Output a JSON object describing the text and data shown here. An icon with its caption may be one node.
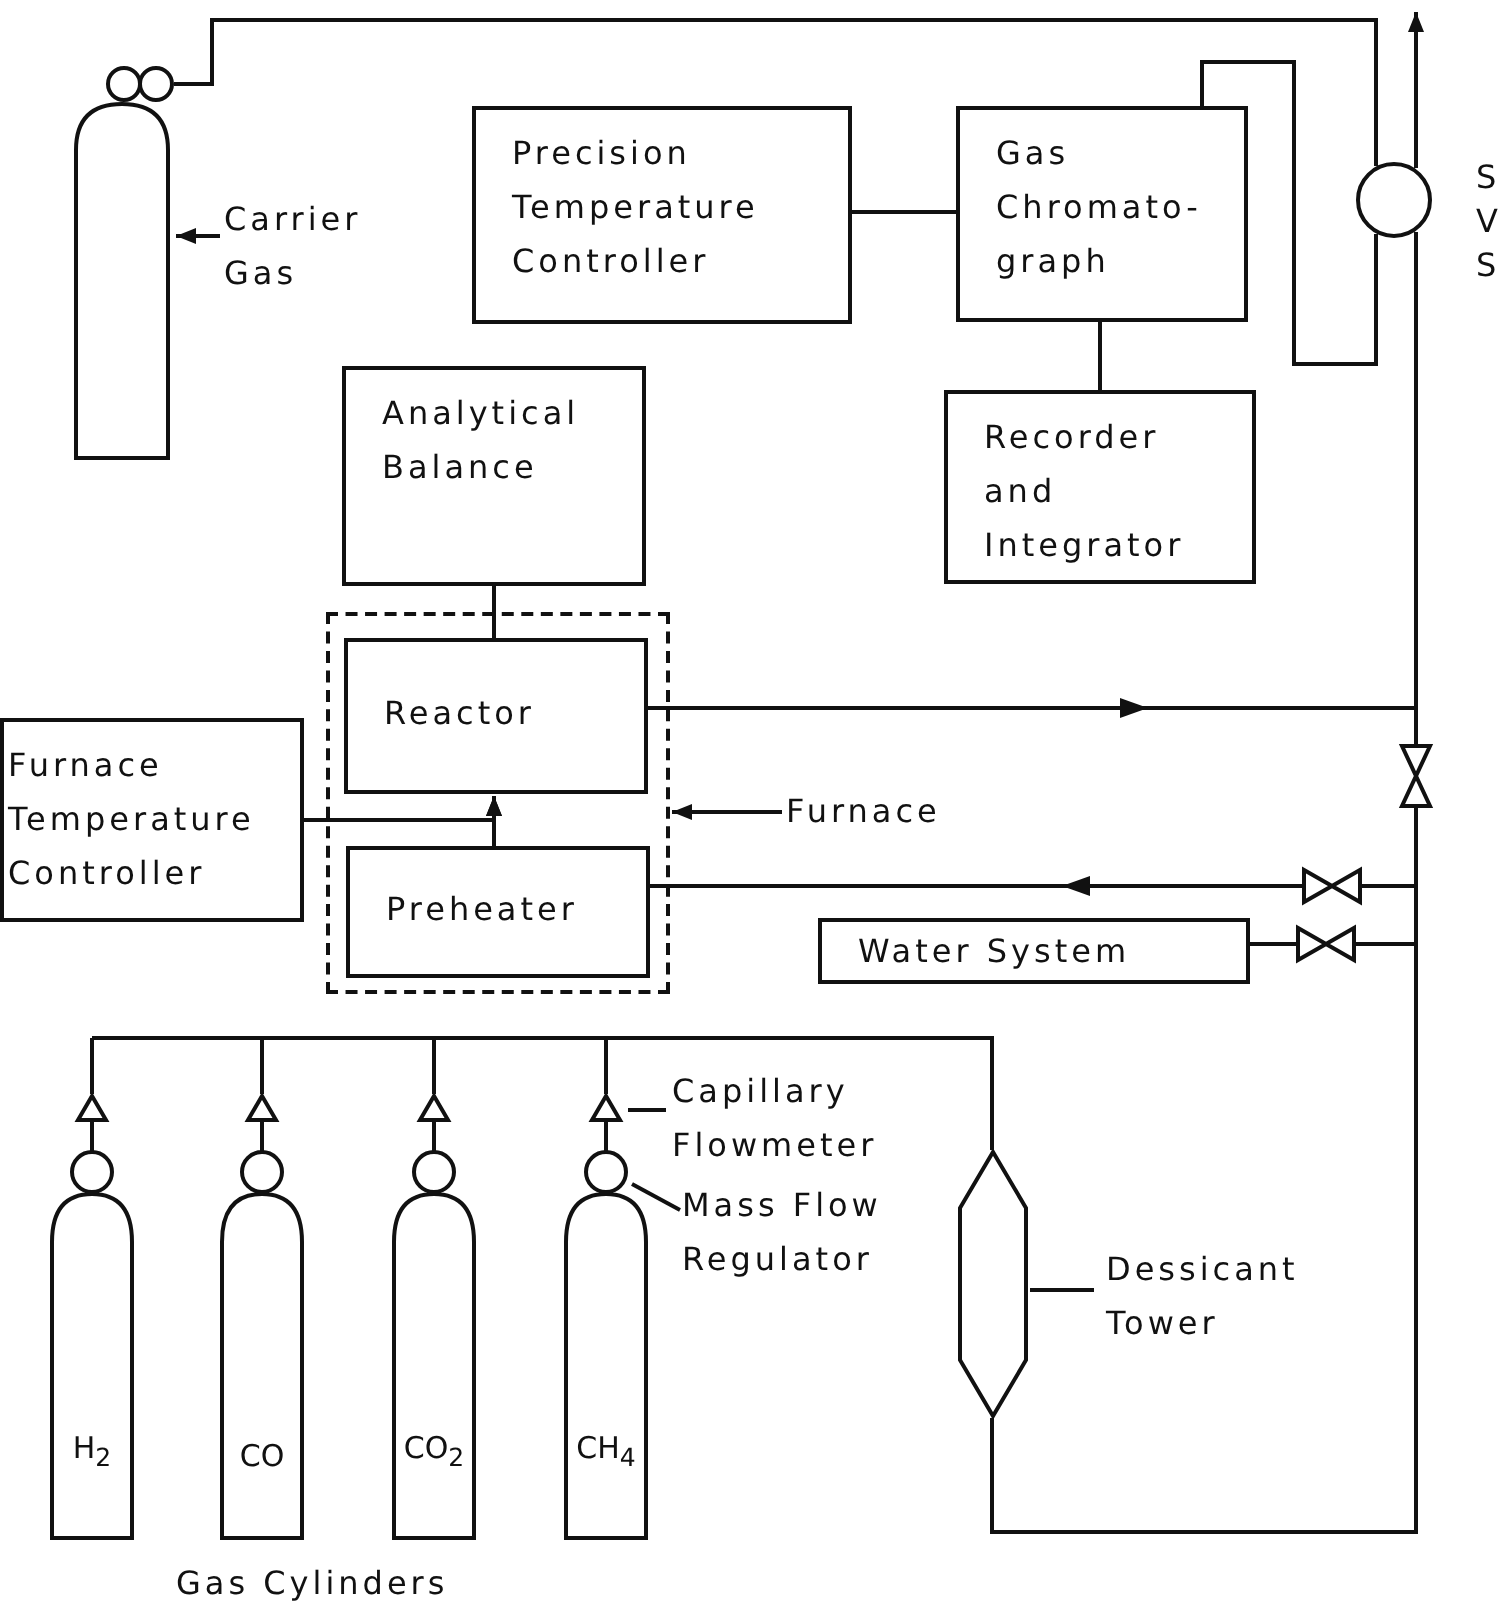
{
  "diagram": {
    "nodes": [
      {
        "text": [],
        "shape": "cylinder"
      },
      {
        "text": [
          "Carrier Gas"
        ]
      },
      {
        "text": [
          "Precision Temperature Controller"
        ]
      },
      {
        "text": [
          "Gas Chromato- graph"
        ]
      },
      {
        "text": [
          "Recorder and Integrator"
        ]
      },
      {
        "text": [
          "Analytical Balance"
        ]
      },
      {
        "text": [],
        "shape": "box"
      },
      {
        "text": [
          "Reactor"
        ],
        "in": 6
      },
      {
        "text": [
          "Preheater"
        ],
        "in": 6
      },
      {
        "text": [
          "Furnace Temperature Controller"
        ]
      },
      {
        "text": [
          "Furnace"
        ]
      },
      {
        "text": [],
        "shape": "circle",
        "beside": [
          "S V S"
        ]
      },
      {
        "text": [
          "Water System"
        ]
      },
      {
        "text": [
          "H$_{2}$"
        ]
      },
      {
        "text": [
          "CO"
        ]
      },
      {
        "text": [
          "CO$_{2}$"
        ]
      },
      {
        "text": [
          "CH$_{4}$"
        ]
      },
      {
        "text": [
          "Capillary Flowmeter"
        ]
      },
      {
        "text": [
          "Mass Flow Regulator"
        ]
      },
      {
        "text": [],
        "shape": "hexagon"
      },
      {
        "text": [
          "Dessicant Tower"
        ]
      }
    ],
    "edges": [
      {
        "from": 0,
        "to": 11,
        "arrow": "none"
      },
      {
        "from": 11,
        "to": 3,
        "arrow": "none"
      },
      {
        "from": 1,
        "to": 0,
        "arrow": "to"
      },
      {
        "from": 2,
        "to": 3,
        "arrow": "none"
      },
      {
        "from": 3,
        "to": 4,
        "arrow": "none"
      },
      {
        "from": 5,
        "to": 7,
        "arrow": "none"
      },
      {
        "from": 9,
        "to": 7,
        "arrow": "to"
      },
      {
        "from": 8,
        "to": 7,
        "arrow": "to"
      },
      {
        "from": 10,
        "to": 6,
        "arrow": "to"
      },
      {
        "from": 7,
        "to": 11,
        "arrow": "to"
      },
      {
        "from": 19,
        "to": 8,
        "arrow": "to"
      },
      {
        "from": 12,
        "to": 8,
        "arrow": "to"
      },
      {
        "from": 19,
        "to": 11,
        "arrow": "none"
      },
      {
        "from": 12,
        "to": 11,
        "arrow": "none"
      },
      {
        "from": 11,
        "to": null,
        "arrow": "to"
      },
      {
        "from": 13,
        "to": 19,
        "arrow": "none"
      },
      {
        "from": 14,
        "to": 19,
        "arrow": "none"
      },
      {
        "from": 15,
        "to": 19,
        "arrow": "none"
      },
      {
        "from": 16,
        "to": 19,
        "arrow": "none"
      },
      {
        "from": 17,
        "to": 16,
        "arrow": "none"
      },
      {
        "from": 18,
        "to": 16,
        "arrow": "none"
      },
      {
        "from": 20,
        "to": 19,
        "arrow": "none"
      }
    ],
    "labels": [
      "Gas Cylinders"
    ]
  }
}
